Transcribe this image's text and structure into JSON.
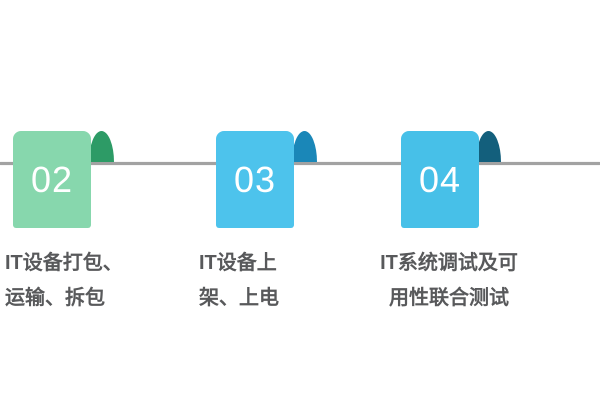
{
  "canvas": {
    "background": "#ffffff"
  },
  "timeline": {
    "line_color": "#a2a2a2"
  },
  "label_color": "#58595b",
  "steps": [
    {
      "number": "02",
      "label_lines": [
        "IT设备打包、",
        "运输、拆包"
      ],
      "body_color": "#87d7ad",
      "fold_color": "#2d9b66",
      "number_color": "#ffffff"
    },
    {
      "number": "03",
      "label_lines": [
        "IT设备上",
        "架、上电"
      ],
      "body_color": "#4dc3ec",
      "fold_color": "#1a87b8",
      "number_color": "#ffffff"
    },
    {
      "number": "04",
      "label_lines": [
        "IT系统调试及可",
        "用性联合测试"
      ],
      "body_color": "#47c0e8",
      "fold_color": "#135f7c",
      "number_color": "#ffffff"
    }
  ]
}
